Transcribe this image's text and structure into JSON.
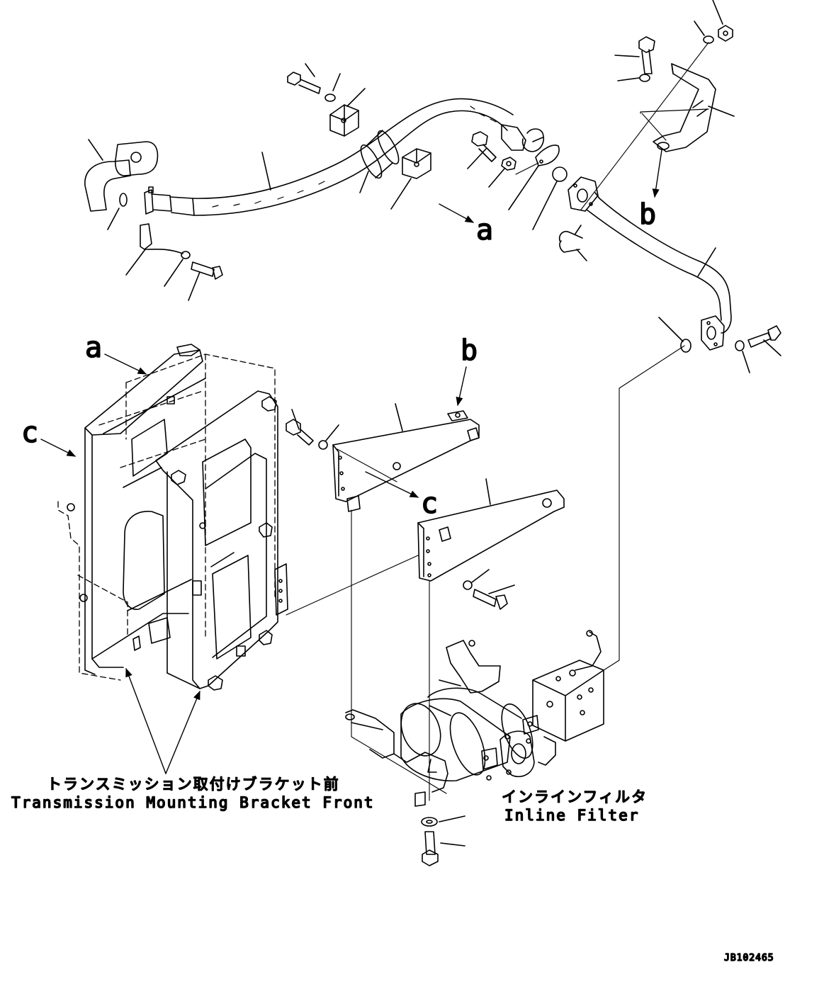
{
  "callouts": {
    "a": "a",
    "b": "b",
    "c": "c"
  },
  "captions": {
    "bracket_jp": "トランスミッション取付けブラケット前",
    "bracket_en": "Transmission Mounting Bracket Front",
    "filter_jp": "インラインフィルタ",
    "filter_en": "Inline Filter"
  },
  "drawing_number": "JB102465",
  "colors": {
    "line": "#000000",
    "background": "#ffffff"
  }
}
